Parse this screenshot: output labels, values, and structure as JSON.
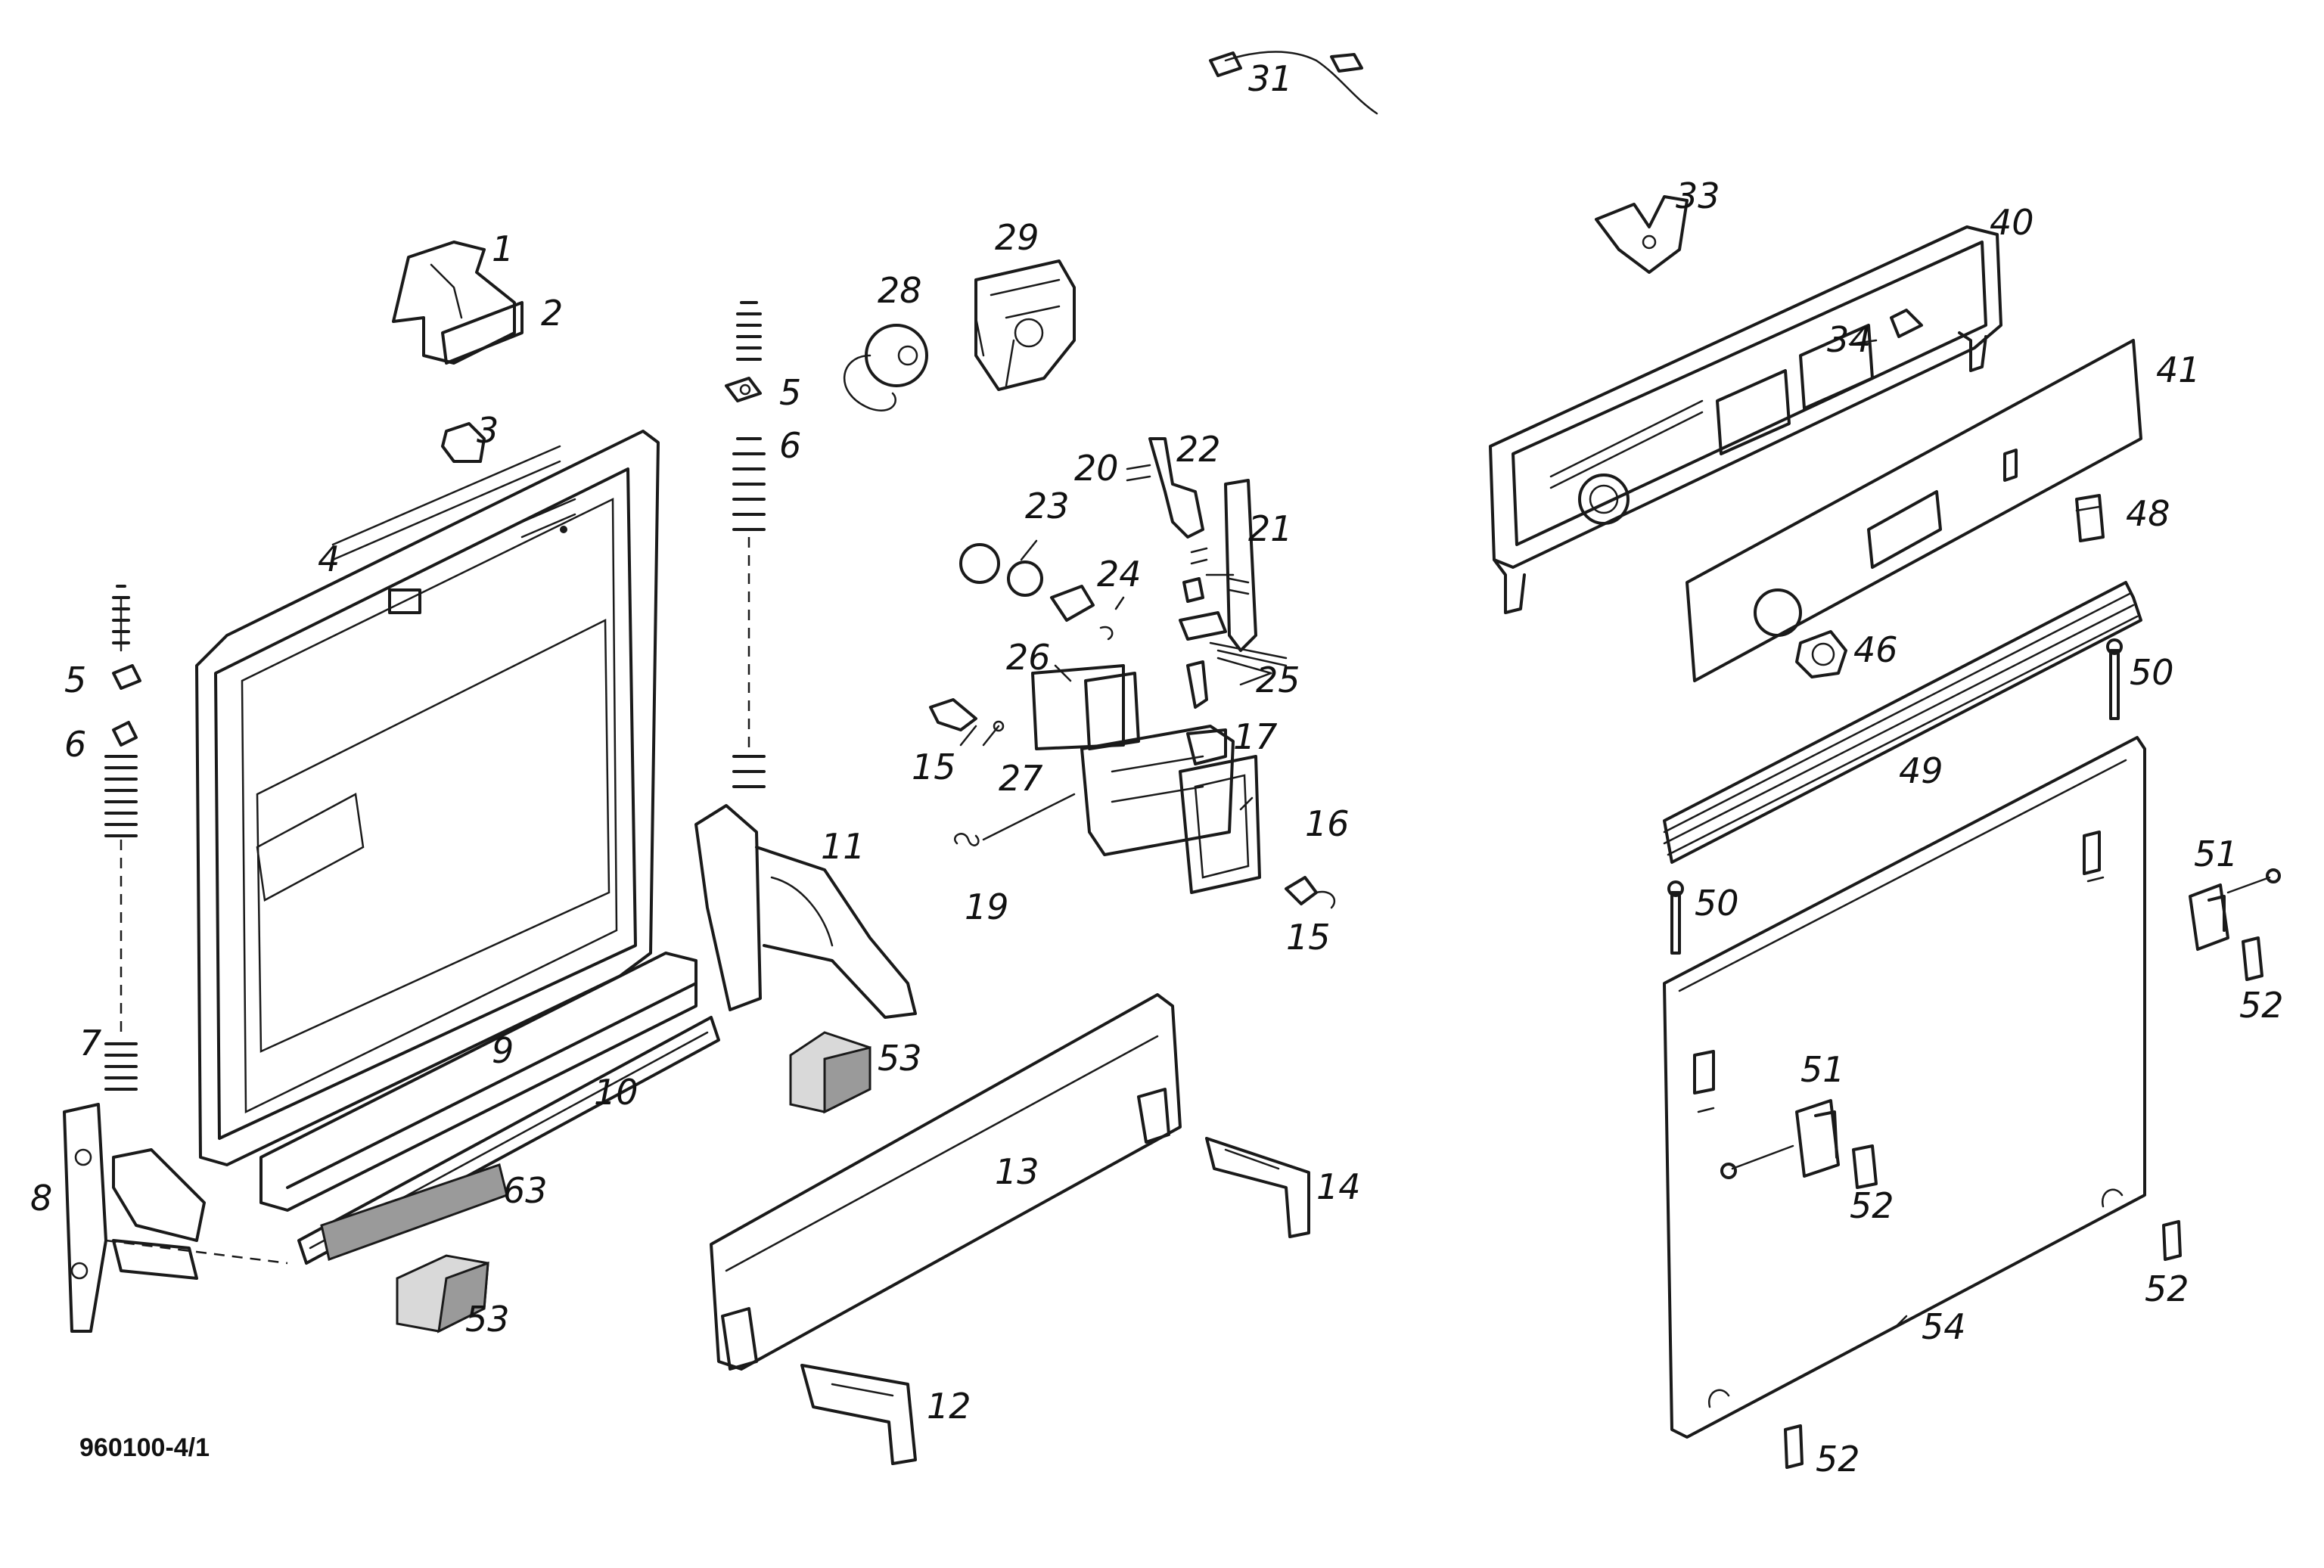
{
  "reference_code": "960100-4/1",
  "callouts": [
    {
      "id": "c1",
      "label": "1"
    },
    {
      "id": "c2",
      "label": "2"
    },
    {
      "id": "c3",
      "label": "3"
    },
    {
      "id": "c4",
      "label": "4"
    },
    {
      "id": "c5a",
      "label": "5"
    },
    {
      "id": "c5b",
      "label": "5"
    },
    {
      "id": "c6a",
      "label": "6"
    },
    {
      "id": "c6b",
      "label": "6"
    },
    {
      "id": "c7",
      "label": "7"
    },
    {
      "id": "c8",
      "label": "8"
    },
    {
      "id": "c9",
      "label": "9"
    },
    {
      "id": "c10",
      "label": "10"
    },
    {
      "id": "c11",
      "label": "11"
    },
    {
      "id": "c12",
      "label": "12"
    },
    {
      "id": "c13",
      "label": "13"
    },
    {
      "id": "c14",
      "label": "14"
    },
    {
      "id": "c15a",
      "label": "15"
    },
    {
      "id": "c15b",
      "label": "15"
    },
    {
      "id": "c16",
      "label": "16"
    },
    {
      "id": "c17",
      "label": "17"
    },
    {
      "id": "c19",
      "label": "19"
    },
    {
      "id": "c20",
      "label": "20"
    },
    {
      "id": "c21",
      "label": "21"
    },
    {
      "id": "c22",
      "label": "22"
    },
    {
      "id": "c23",
      "label": "23"
    },
    {
      "id": "c24",
      "label": "24"
    },
    {
      "id": "c25",
      "label": "25"
    },
    {
      "id": "c26",
      "label": "26"
    },
    {
      "id": "c27",
      "label": "27"
    },
    {
      "id": "c28",
      "label": "28"
    },
    {
      "id": "c29",
      "label": "29"
    },
    {
      "id": "c31",
      "label": "31"
    },
    {
      "id": "c33",
      "label": "33"
    },
    {
      "id": "c34",
      "label": "34"
    },
    {
      "id": "c40",
      "label": "40"
    },
    {
      "id": "c41",
      "label": "41"
    },
    {
      "id": "c46",
      "label": "46"
    },
    {
      "id": "c48",
      "label": "48"
    },
    {
      "id": "c49",
      "label": "49"
    },
    {
      "id": "c50a",
      "label": "50"
    },
    {
      "id": "c50b",
      "label": "50"
    },
    {
      "id": "c51a",
      "label": "51"
    },
    {
      "id": "c51b",
      "label": "51"
    },
    {
      "id": "c52a",
      "label": "52"
    },
    {
      "id": "c52b",
      "label": "52"
    },
    {
      "id": "c52c",
      "label": "52"
    },
    {
      "id": "c52d",
      "label": "52"
    },
    {
      "id": "c53a",
      "label": "53"
    },
    {
      "id": "c53b",
      "label": "53"
    },
    {
      "id": "c54",
      "label": "54"
    },
    {
      "id": "c63",
      "label": "63"
    }
  ]
}
